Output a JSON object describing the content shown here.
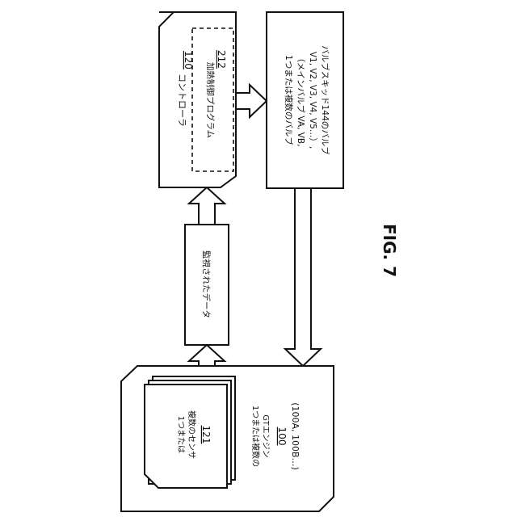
{
  "figure_label": "FIG. 7",
  "controller": {
    "name": "コントローラ",
    "ref": "120",
    "program": {
      "name": "加熱制御プログラム",
      "ref": "212"
    }
  },
  "valves": {
    "lines": [
      "1つまたは複数のバルブ",
      "（メインバルブ VA, VB,",
      "V1, V2, V3, V4, V5…）,",
      "バルブスキッド144のバルブ"
    ]
  },
  "monitored_data": {
    "label": "監視されたデータ"
  },
  "engine": {
    "lines": [
      "1つまたは複数の",
      "GTエンジン"
    ],
    "ref": "100",
    "sub_refs": "(100A, 100B…)"
  },
  "sensors": {
    "lines": [
      "1つまたは",
      "複数のセンサ"
    ],
    "ref": "121"
  }
}
